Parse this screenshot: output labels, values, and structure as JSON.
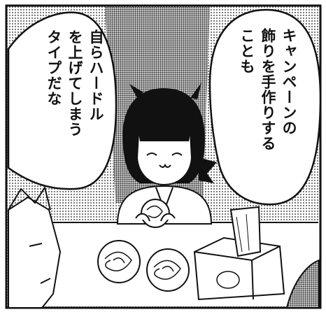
{
  "speech": {
    "right": [
      "キャンペーンの",
      "飾りを手作りする",
      "ことも"
    ],
    "left": [
      "自らハードル",
      "を上げてしまう",
      "タイプだな"
    ]
  },
  "colors": {
    "ink": "#111111",
    "tone": "#9a9a9a",
    "paper": "#ffffff"
  }
}
